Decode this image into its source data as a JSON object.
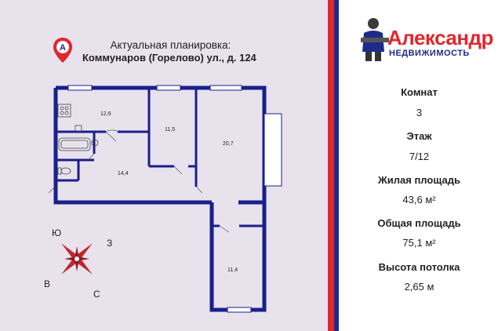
{
  "header": {
    "line1": "Актуальная планировка:",
    "line2": "Коммунаров (Горелово) ул., д. 124"
  },
  "rooms": [
    {
      "label": "12,6"
    },
    {
      "label": "11,5"
    },
    {
      "label": "20,7"
    },
    {
      "label": "14,4"
    },
    {
      "label": "11,4"
    }
  ],
  "compass": {
    "n": "Ю",
    "e": "З",
    "w": "В",
    "s": "С"
  },
  "brand": {
    "name": "Александр",
    "subtitle": "НЕДВИЖИМОСТЬ",
    "color": "#e1262d",
    "sub_color": "#1e2a8a"
  },
  "stripe_colors": [
    "#e1262d",
    "#1e2a8a"
  ],
  "info": [
    {
      "label": "Комнат",
      "value": "3"
    },
    {
      "label": "Этаж",
      "value": "7/12"
    },
    {
      "label": "Жилая площадь",
      "value": "43,6 м²"
    },
    {
      "label": "Общая площадь",
      "value": "75,1 м²"
    },
    {
      "label": "Высота потолка",
      "value": "2,65 м"
    }
  ]
}
